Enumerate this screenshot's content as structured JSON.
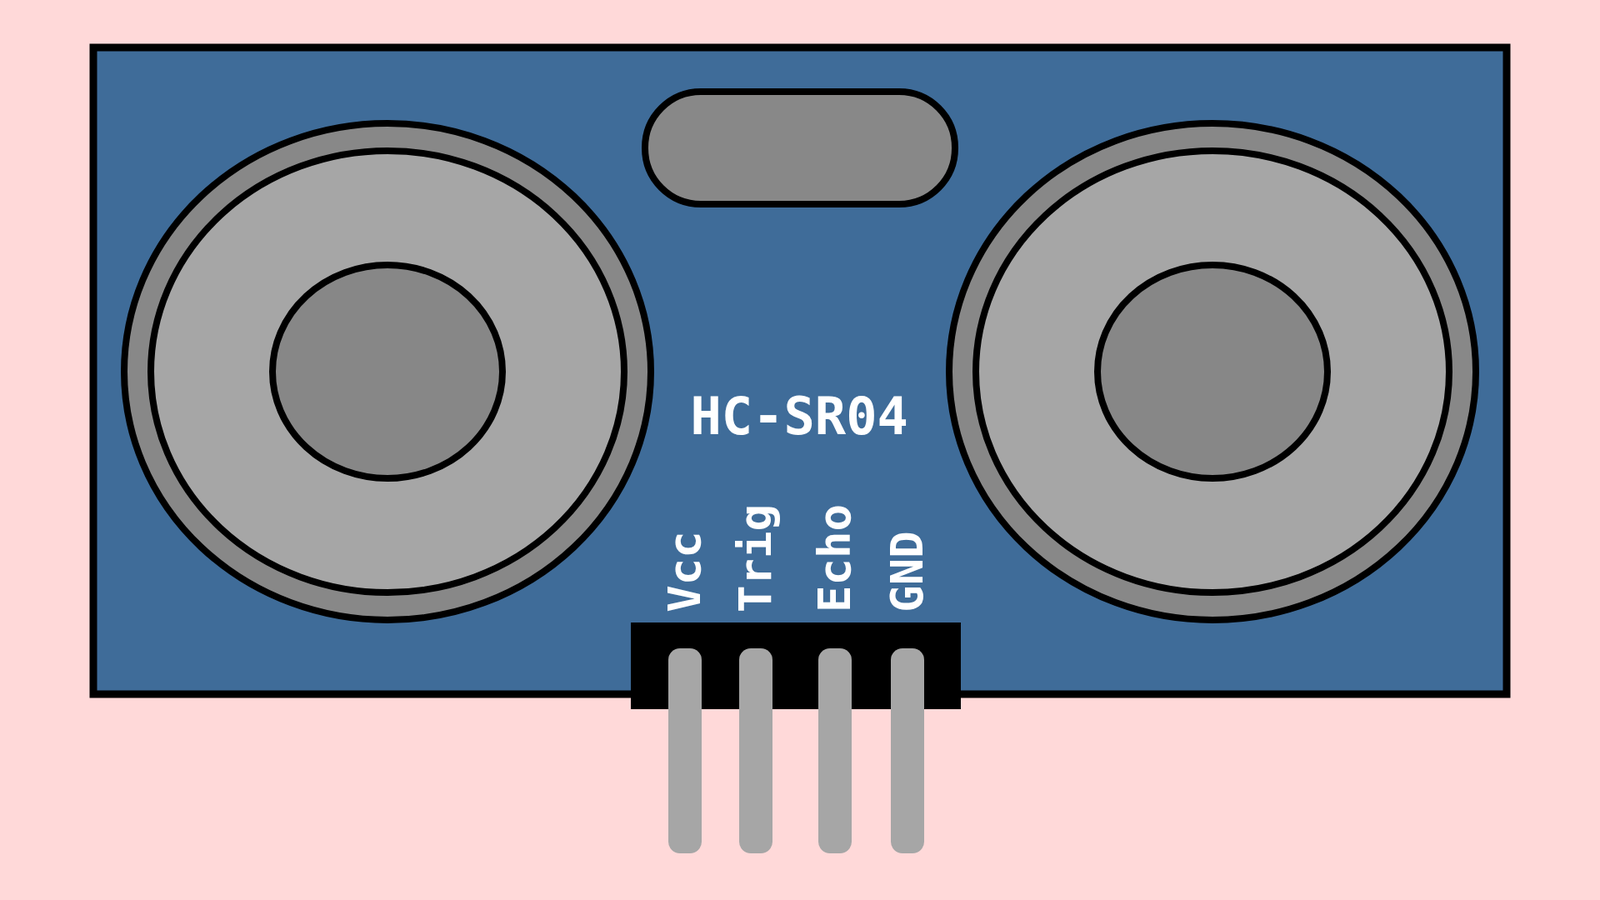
{
  "diagram": {
    "labels": [
      "HC-SR04",
      "Vcc",
      "Trig",
      "Echo",
      "GND"
    ]
  }
}
